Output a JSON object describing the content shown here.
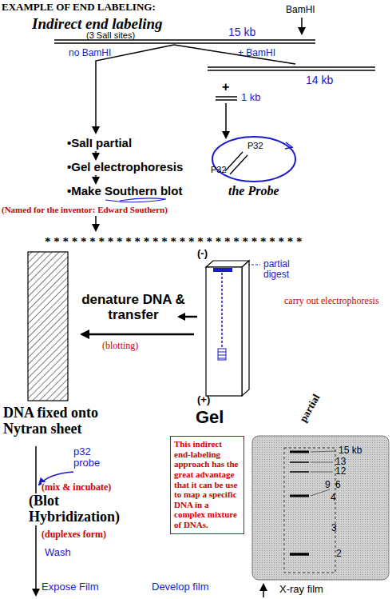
{
  "diagram": {
    "title": "EXAMPLE OF END LABELING:",
    "nodes": [
      {
        "text": [
          "(-)",
          "(+)",
          "Gel"
        ]
      },
      {
        "text": [
          "DNA fixed onto Nytran sheet"
        ]
      },
      {
        "text": [
          "P32",
          "P32",
          "the Probe"
        ]
      },
      {
        "text": [
          "This indirect end-labeling approach has the great advantage that it can be use to map a specific DNA in a complex mixture of DNAs."
        ]
      },
      {
        "text": [
          "partial",
          "15 kb",
          "13",
          "12",
          "9",
          "6",
          "4",
          "3",
          "2",
          "X-ray film"
        ]
      }
    ],
    "edges": [
      {
        "from": 0,
        "to": 1,
        "arrow": "to",
        "label": "denature DNA & transfer"
      }
    ],
    "labels": [
      "Indirect end labeling",
      "BamHI",
      "(3 SalI sites)",
      "15 kb",
      "no BamHI",
      "+ BamHI",
      "14 kb",
      "+",
      "1 kb",
      "•SalI partial",
      "•Gel electrophoresis",
      "•Make Southern blot",
      "(Named for the inventor: Edward Southern)",
      "* * * * * * * * * * * * * * * * * * * * * * * * * * * * *",
      "partial digest",
      "carry out electrophoresis",
      "(blotting)",
      "p32 probe",
      "(mix & incubate)",
      "(Blot Hybridization)",
      "(duplexes form)",
      "Wash",
      "Expose Film",
      "Develop film"
    ]
  }
}
